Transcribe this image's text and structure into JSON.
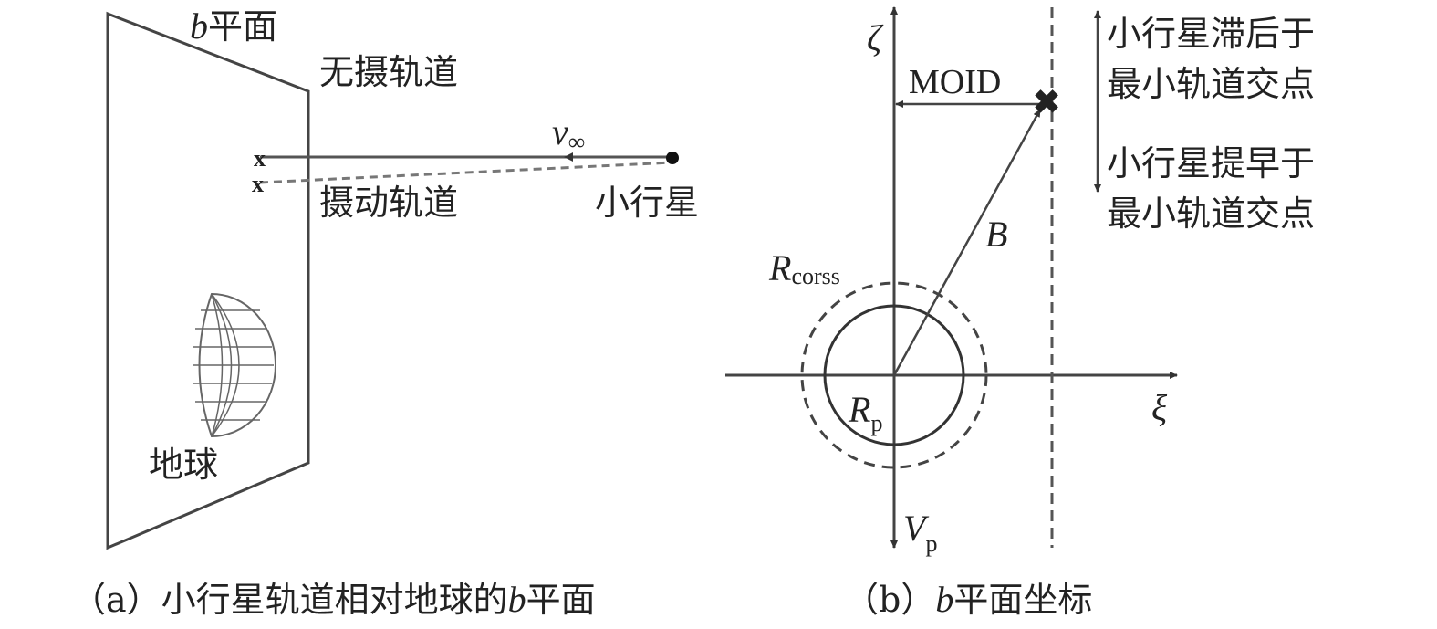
{
  "panel_a": {
    "plane_label_var": "b",
    "plane_label": "平面",
    "unperturbed_orbit": "无摄轨道",
    "velocity_var": "v",
    "velocity_sub": "∞",
    "perturbed_orbit": "摄动轨道",
    "asteroid": "小行星",
    "earth": "地球",
    "caption_prefix": "（a）小行星轨道相对地球的",
    "caption_var": "b",
    "caption_suffix": "平面"
  },
  "panel_b": {
    "zeta": "ζ",
    "xi": "ξ",
    "moid": "MOID",
    "b_vec": "B",
    "r_cross_var": "R",
    "r_cross_sub": "corss",
    "r_p_var": "R",
    "r_p_sub": "p",
    "v_p_var": "V",
    "v_p_sub": "p",
    "lag_line1": "小行星滞后于",
    "lag_line2": "最小轨道交点",
    "early_line1": "小行星提早于",
    "early_line2": "最小轨道交点",
    "caption_prefix": "（b）",
    "caption_var": "b",
    "caption_suffix": "平面坐标"
  }
}
